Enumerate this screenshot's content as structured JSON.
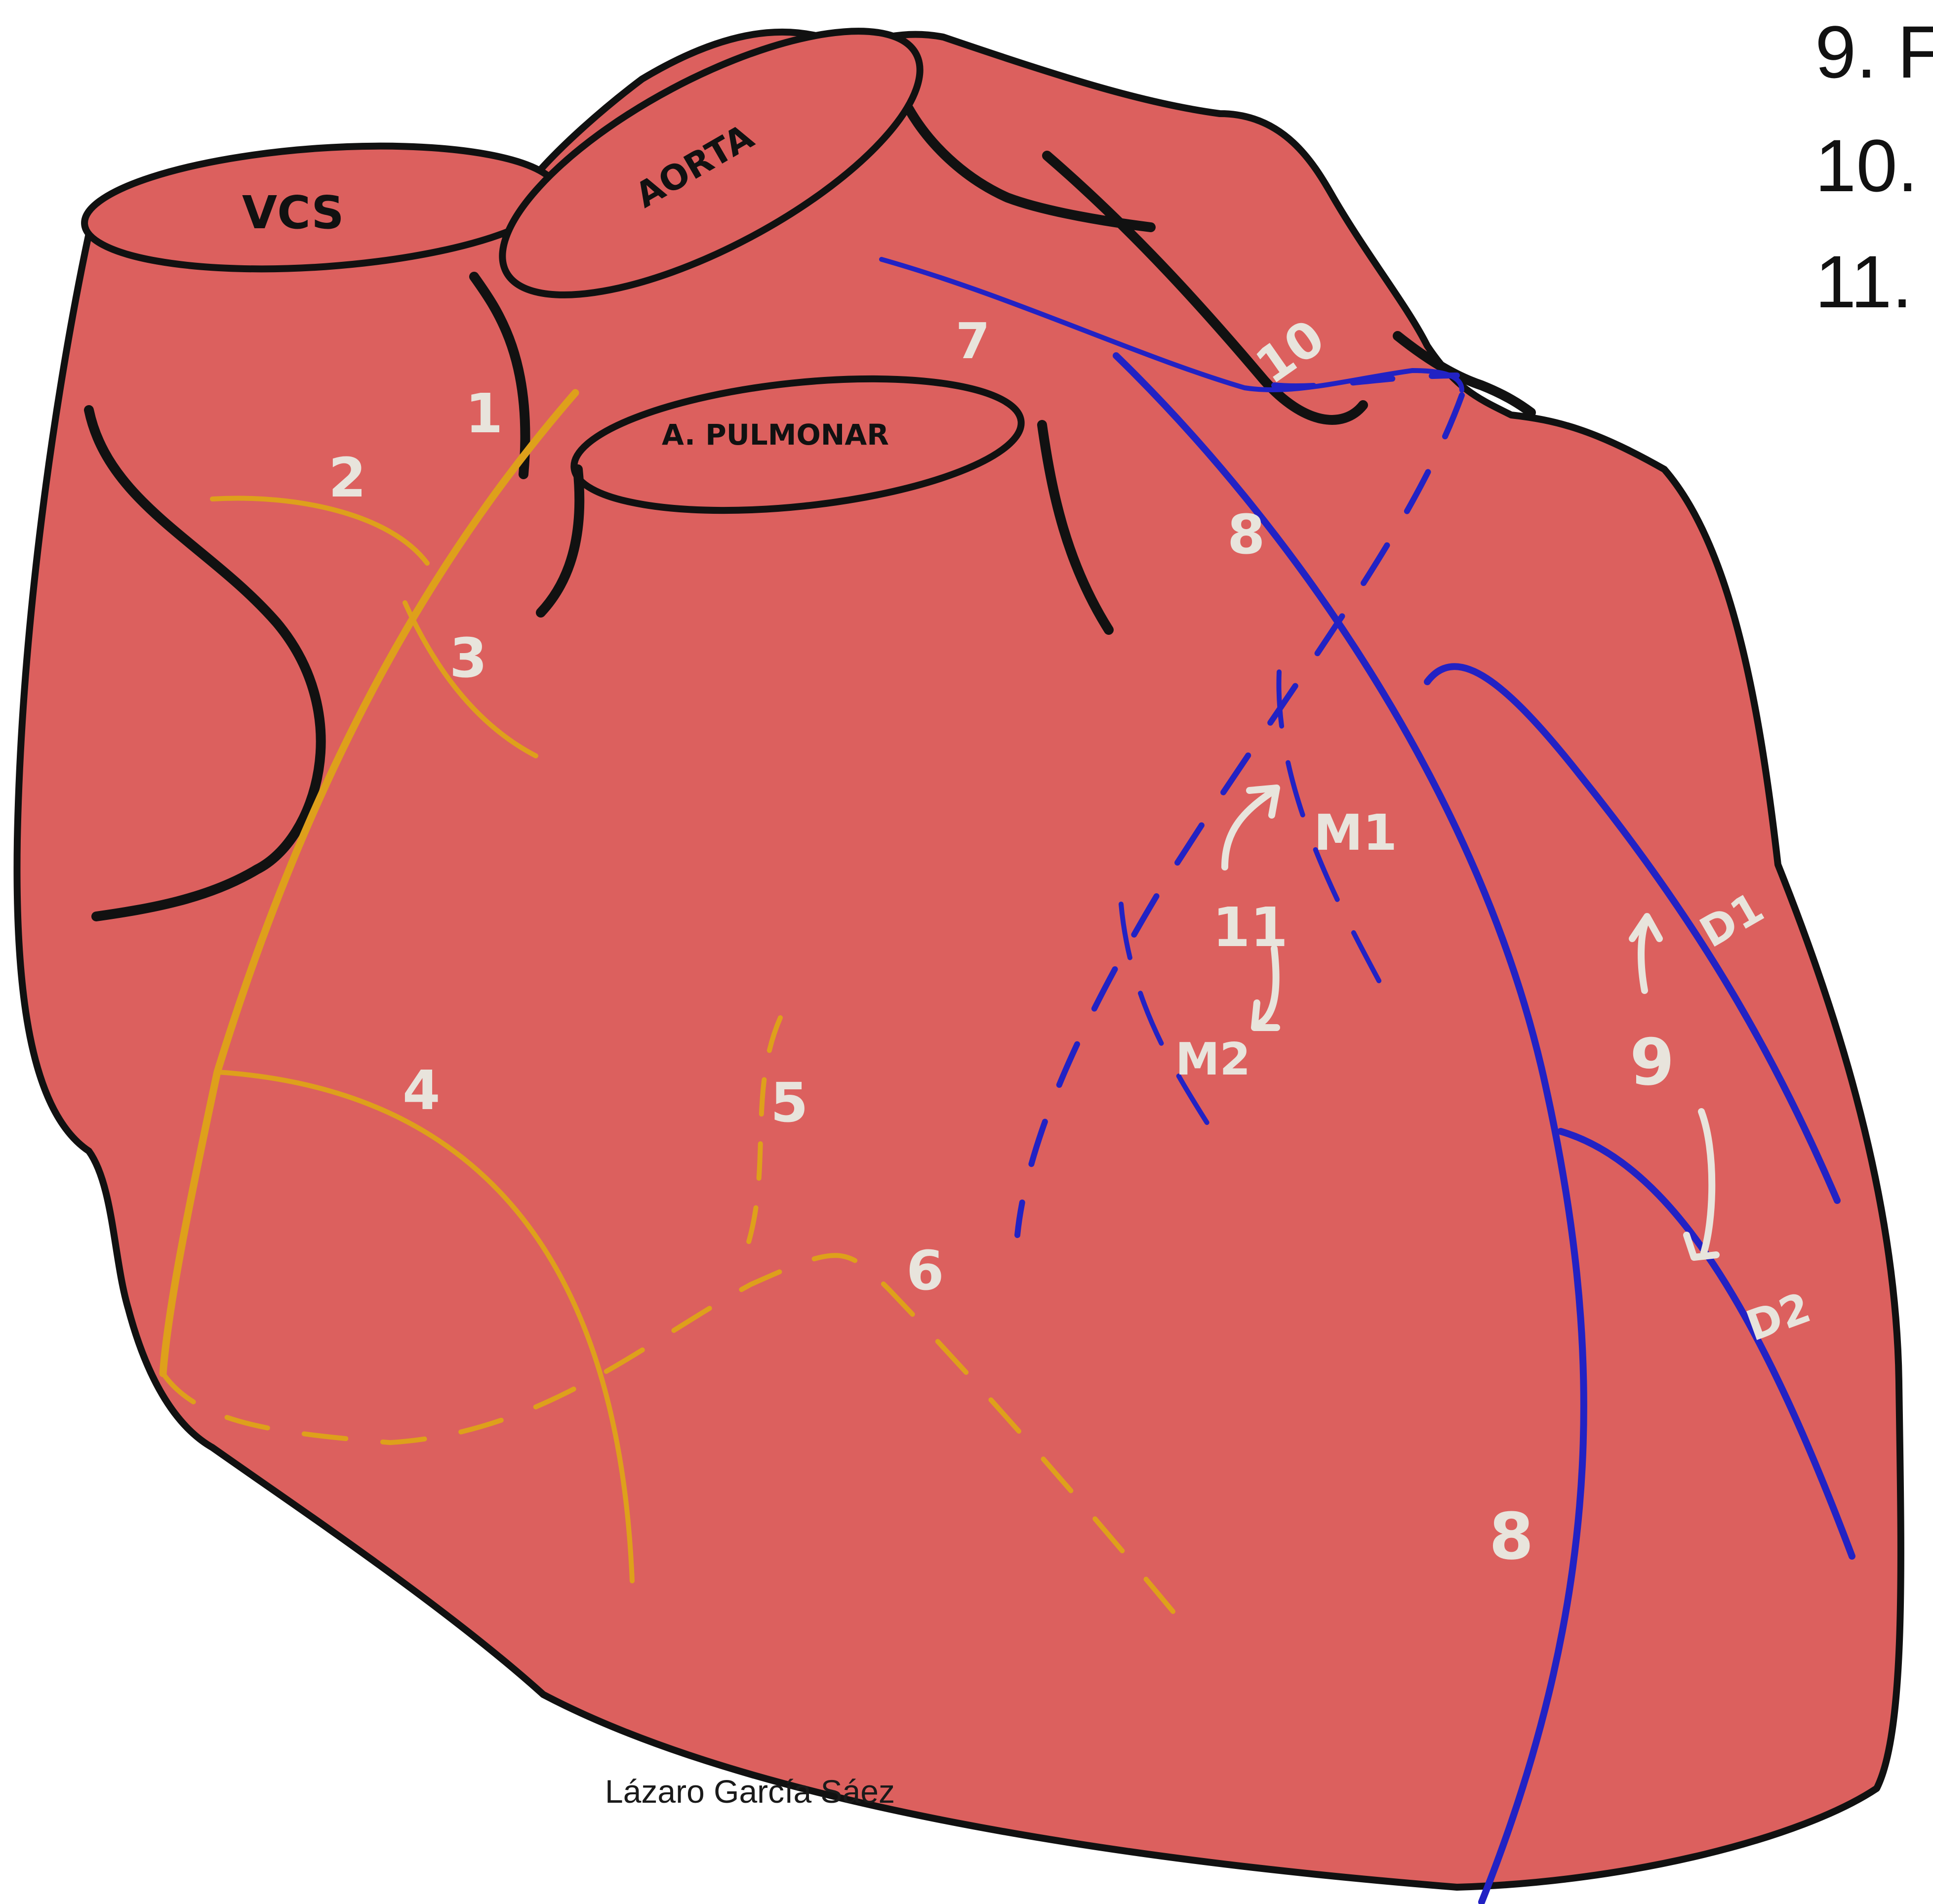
{
  "colors": {
    "heart_fill": "#dc605e",
    "outline": "#111111",
    "right_coronary": "#dea01b",
    "left_coronary": "#2222c4",
    "annotation_white": "#e8e4dc"
  },
  "vessels": {
    "vcs": "VCS",
    "aorta": "AORTA",
    "pulmonary": "A. PULMONAR"
  },
  "branch_numbers": {
    "n1": "1",
    "n2": "2",
    "n3": "3",
    "n4": "4",
    "n5": "5",
    "n6": "6",
    "n7": "7",
    "n8_upper": "8",
    "n8_lower": "8",
    "n9": "9",
    "n10": "10",
    "n11": "11"
  },
  "branch_tags": {
    "m1": "M1",
    "m2": "M2",
    "d1": "D1",
    "d2": "D2"
  },
  "legend": {
    "item9": "9. F",
    "item10": "10.",
    "item11": "11."
  },
  "author": "Lázaro García Sáez"
}
